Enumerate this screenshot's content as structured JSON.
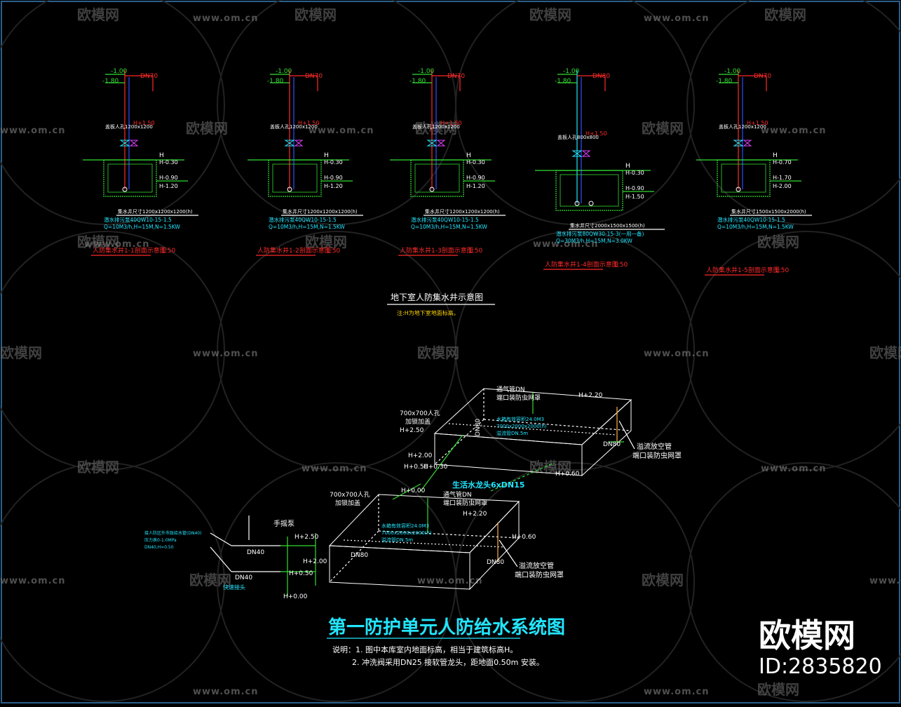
{
  "watermark": {
    "brand": "欧模网",
    "url": "www.om.cn"
  },
  "section1": {
    "title": "地下室人防集水井示意图",
    "note": "注:H为地下室地面标高。",
    "pits": [
      {
        "pipe_label": "DN70",
        "level_top": "-1.00",
        "level_mid": "-1.80",
        "ref_level": "H+1.50",
        "cover": "盖板人孔1200x1200",
        "level_h": "H",
        "lv1": "H-0.30",
        "lv2": "H-0.90",
        "lv3": "H-1.20",
        "dims": "集水井尺寸1200x1200x1200(h)",
        "pump": "潜水排污泵40QW10-15-1.5",
        "spec": "Q=10M3/h,H=15M,N=1.5KW",
        "caption": "人防集水井1-1剖面示意图",
        "scale": "1:50"
      },
      {
        "pipe_label": "DN70",
        "level_top": "-1.00",
        "level_mid": "-1.80",
        "ref_level": "H+1.50",
        "cover": "盖板人孔1200x1200",
        "level_h": "H",
        "lv1": "H-0.30",
        "lv2": "H-0.90",
        "lv3": "H-1.20",
        "dims": "集水井尺寸1200x1200x1200(h)",
        "pump": "潜水排污泵40QW10-15-1.5",
        "spec": "Q=10M3/h,H=15M,N=1.5KW",
        "caption": "人防集水井1-2剖面示意图",
        "scale": "1:50"
      },
      {
        "pipe_label": "DN70",
        "level_top": "-1.00",
        "level_mid": "-1.80",
        "ref_level": "H+1.50",
        "cover": "盖板人孔1200x1200",
        "level_h": "H",
        "lv1": "H-0.30",
        "lv2": "H-0.90",
        "lv3": "H-1.20",
        "dims": "集水井尺寸1200x1200x1200(h)",
        "pump": "潜水排污泵40QW10-15-1.5",
        "spec": "Q=10M3/h,H=15M,N=1.5KW",
        "caption": "人防集水井1-3剖面示意图",
        "scale": "1:50"
      },
      {
        "pipe_label": "DN80",
        "level_top": "-1.00",
        "level_mid": "-1.80",
        "ref_level": "H+1.50",
        "cover": "盖板人孔800x800",
        "level_h": "H",
        "lv1": "H-0.30",
        "lv2": "H-0.90",
        "lv3": "H-1.50",
        "dims": "集水井尺寸2000x1500x1500(h)",
        "pump": "潜水排污泵80QW30-15-3(一用一备)",
        "spec": "Q=30M3/h,H=15M,N=3.0KW",
        "caption": "人防集水井1-4剖面示意图",
        "scale": "1:50"
      },
      {
        "pipe_label": "DN70",
        "level_top": "-1.00",
        "level_mid": "-1.80",
        "ref_level": "H+1.50",
        "cover": "盖板人孔1200x1200",
        "level_h": "H",
        "lv1": "H-0.70",
        "lv2": "H-1.70",
        "lv3": "H-2.00",
        "dims": "集水井尺寸1500x1500x2000(h)",
        "pump": "潜水排污泵40QW10-15-1.5",
        "spec": "Q=10M3/h,H=15M,N=1.5KW",
        "caption": "人防集水井1-5剖面示意图",
        "scale": "1:50"
      }
    ]
  },
  "section2": {
    "title": "第一防护单元人防给水系统图",
    "notes": [
      "说明：1. 图中本库室内地面标高，相当于建筑标高H。",
      "2. 冲洗阀采用DN25 接软管龙头，距地面0.50m 安装。"
    ],
    "upper_tank": {
      "manhole": "700x700人孔",
      "manhole2": "加锁加盖",
      "vent": "通气管DN",
      "vent2": "端口装防虫网罩",
      "vol1": "水箱有效容积24.0M3",
      "vol2": "7000x2000x2000(h)",
      "vol3": "溢流管DN.5m",
      "lv_top": "H+2.50",
      "lv_top_r": "H+2.20",
      "lv_mid": "H+2.00",
      "lv_low": "H+0.50",
      "lv_low2": "H+0.30",
      "lv_zero": "H+0.00",
      "lv_right": "H+0.60",
      "dn1": "DN80",
      "dn2": "DN80",
      "tap": "生活水龙头6xDN15",
      "overflow": "溢流放空管",
      "overflow2": "端口装防虫网罩"
    },
    "lower_tank": {
      "manhole": "700x700人孔",
      "manhole2": "加锁加盖",
      "vent": "通气管DN",
      "vent2": "端口装防虫网罩",
      "vol1": "水箱有效容积24.0M3",
      "vol2": "7000x2000x2000(h)",
      "vol3": "溢流管DN.5m",
      "lv_top_r": "H+2.20",
      "lv_right": "H+0.60",
      "dn1": "DN80",
      "dn2": "DN80",
      "overflow": "溢流放空管",
      "overflow2": "端口装防虫网罩"
    },
    "left_riser": {
      "pump": "手摇泵",
      "note1": "接人防区外市政给水管(DN40)",
      "note2": "压力表0-1.0MPa",
      "note3": "DN40,H=0.50",
      "dn1": "DN40",
      "dn2": "DN40",
      "valve": "快速接头",
      "lv1": "H+2.50",
      "lv2": "H+2.00",
      "lv3": "H+0.50",
      "lv4": "H+0.00"
    }
  },
  "brand": {
    "name": "欧模网",
    "id": "ID:2835820"
  }
}
